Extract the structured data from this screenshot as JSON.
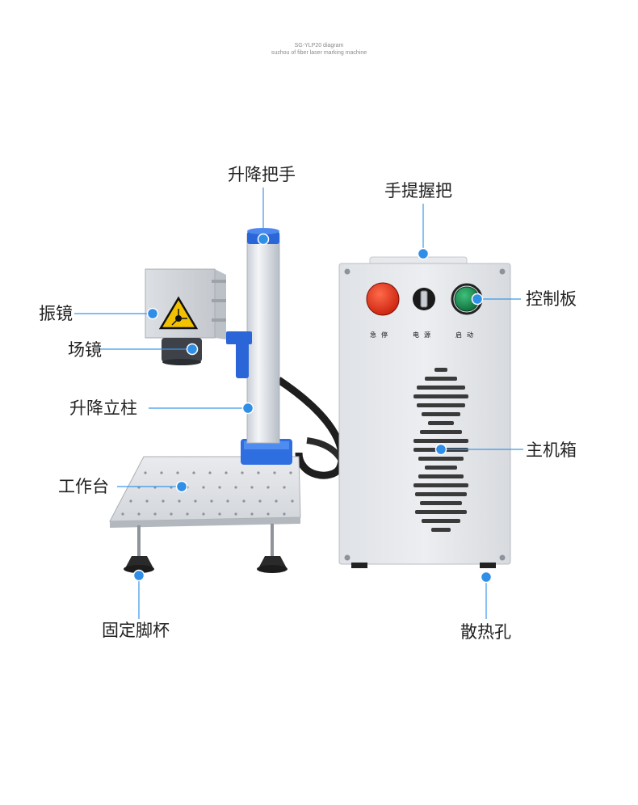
{
  "caption": {
    "line1": "SG-YLP20 diagram",
    "line2": "suzhou of fiber laser marking machine"
  },
  "labels": {
    "lift_handle": "升降把手",
    "carry_handle": "手提握把",
    "galvo": "振镜",
    "control_panel": "控制板",
    "field_lens": "场镜",
    "lift_column": "升降立柱",
    "main_cabinet": "主机箱",
    "worktable": "工作台",
    "feet": "固定脚杯",
    "vents": "散热孔"
  },
  "panel_labels": {
    "estop": "急停",
    "power": "电源",
    "start": "启动"
  },
  "colors": {
    "marker": "#2f8ee6",
    "leader": "#3b97ea",
    "accent_blue": "#2a6fe0"
  }
}
